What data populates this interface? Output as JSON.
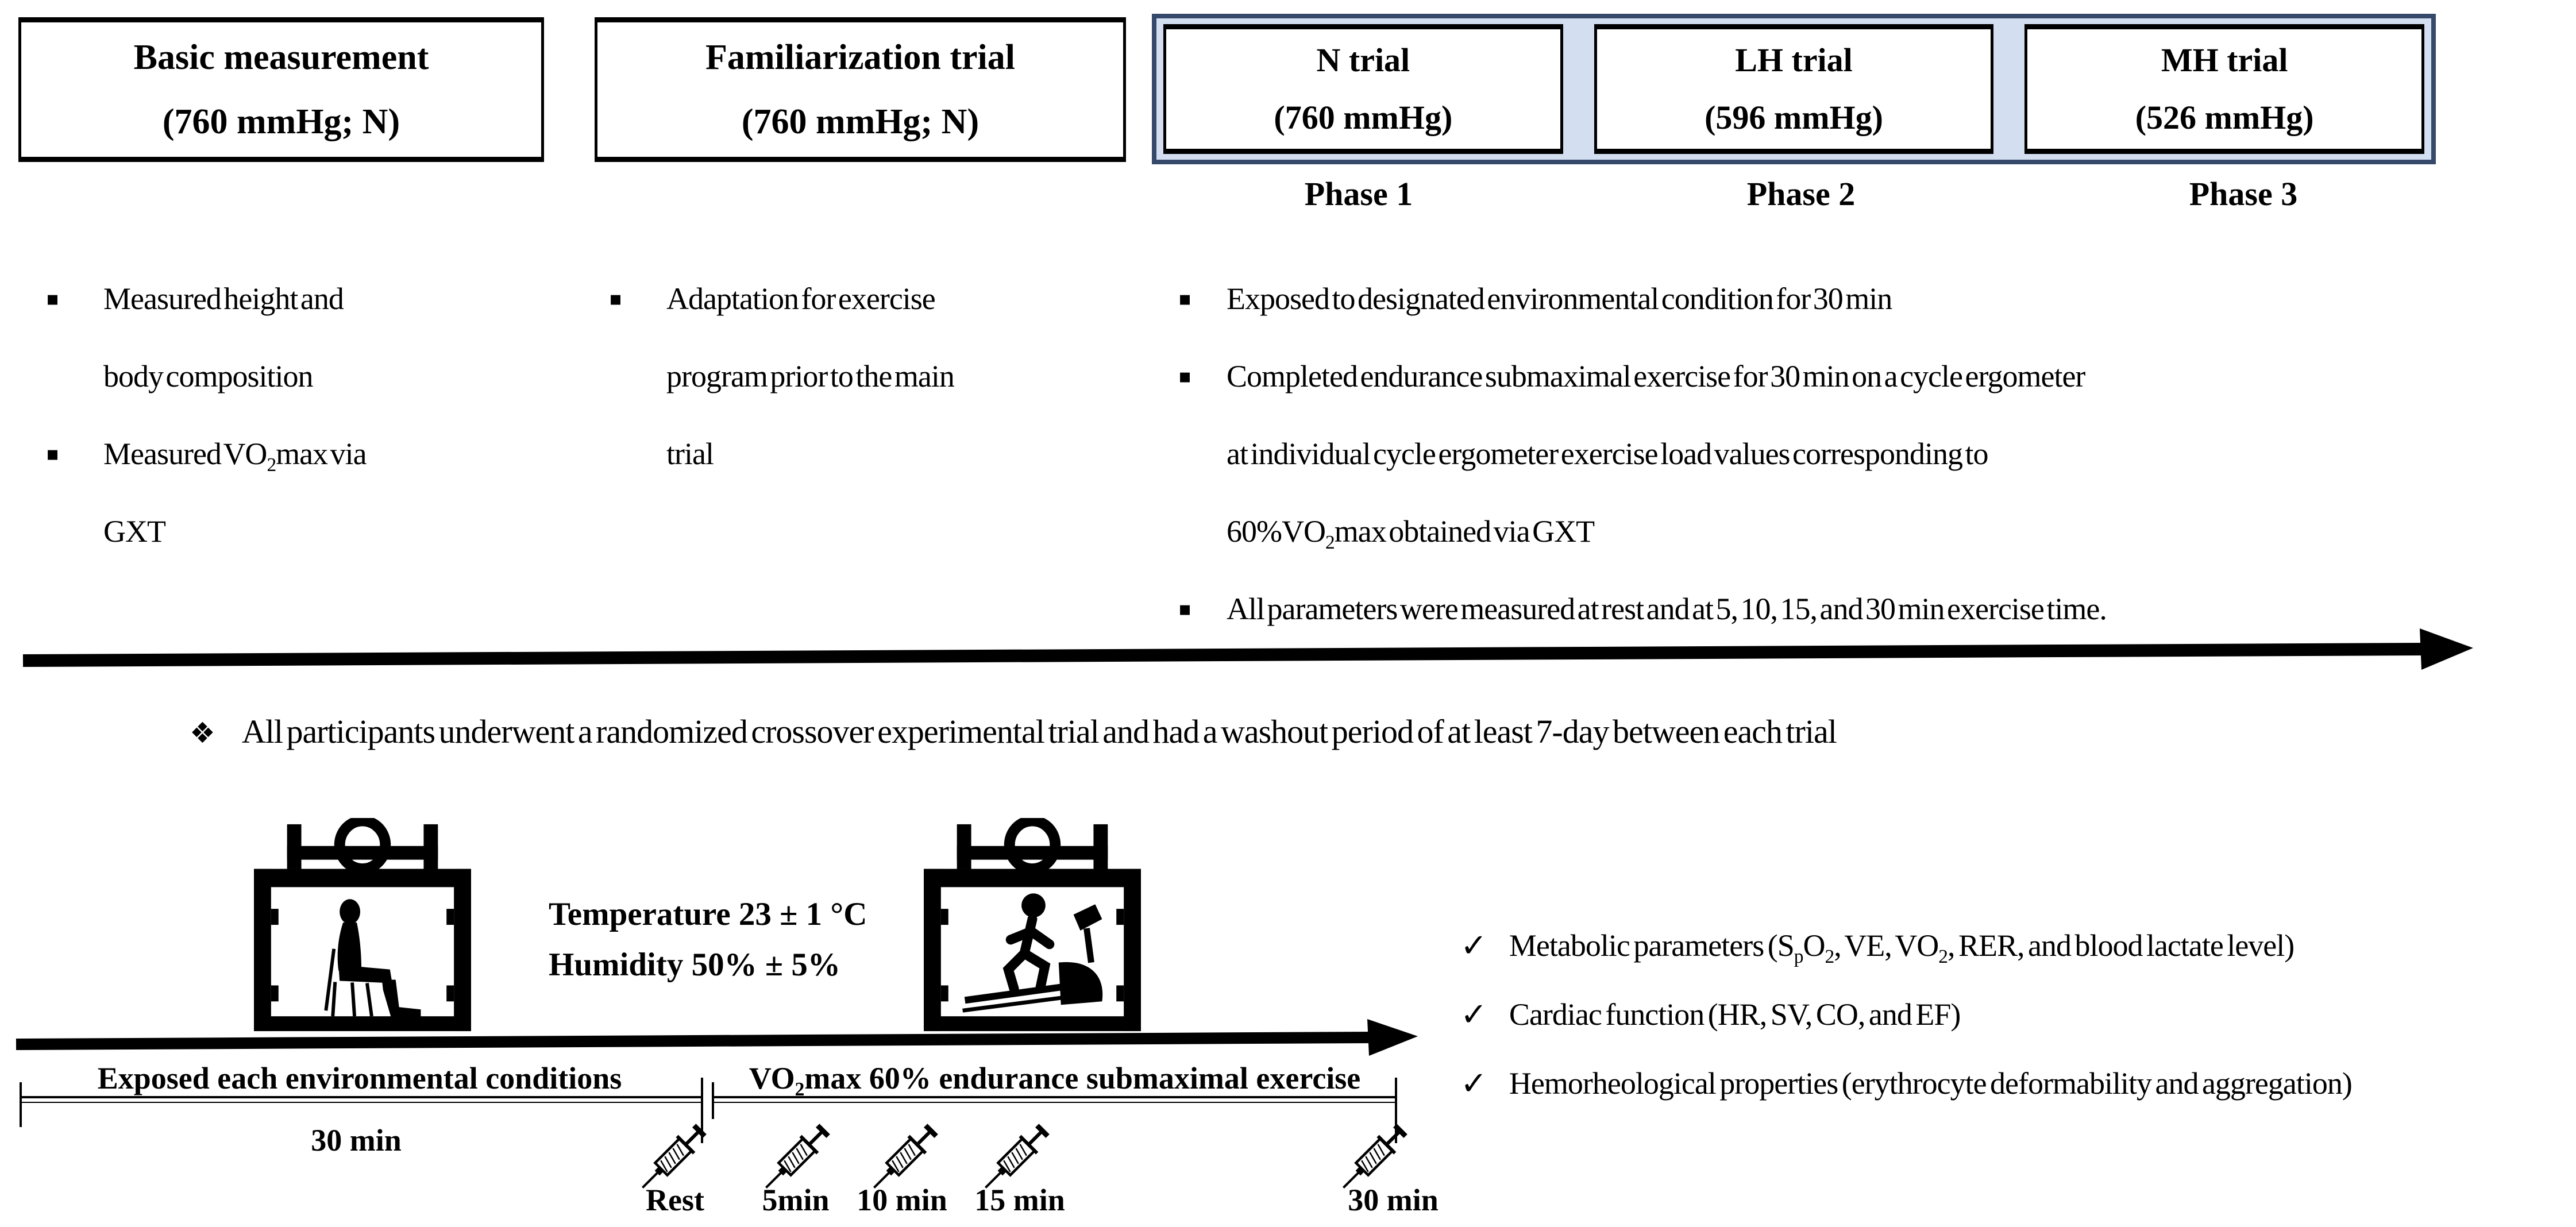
{
  "glyphs": {
    "bullet_char": "▪",
    "check_char": "✓",
    "note_char": "❖"
  },
  "colors": {
    "ink": "#000000",
    "trial_fill": "#d3dff0",
    "trial_border": "#35496b"
  },
  "top_boxes": {
    "basic": {
      "title": "Basic measurement",
      "subtitle": "(760 mmHg; N)"
    },
    "familiarization": {
      "title": "Familiarization trial",
      "subtitle": "(760 mmHg; N)"
    },
    "trials": [
      {
        "title": "N trial",
        "subtitle": "(760 mmHg)",
        "phase": "Phase 1"
      },
      {
        "title": "LH trial",
        "subtitle": "(596 mmHg)",
        "phase": "Phase 2"
      },
      {
        "title": "MH trial",
        "subtitle": "(526 mmHg)",
        "phase": "Phase 3"
      }
    ]
  },
  "columns": {
    "basic": {
      "lines": [
        {
          "bullet": true,
          "segments": [
            "Measured height and"
          ]
        },
        {
          "bullet": false,
          "segments": [
            "body composition"
          ]
        },
        {
          "bullet": true,
          "segments": [
            "Measured VO",
            {
              "sub": "2"
            },
            "max via"
          ]
        },
        {
          "bullet": false,
          "segments": [
            "GXT"
          ]
        }
      ]
    },
    "familiarization": {
      "lines": [
        {
          "bullet": true,
          "segments": [
            "Adaptation for exercise"
          ]
        },
        {
          "bullet": false,
          "segments": [
            "program prior to the main"
          ]
        },
        {
          "bullet": false,
          "segments": [
            "trial"
          ]
        }
      ]
    },
    "trials": {
      "lines": [
        {
          "bullet": true,
          "segments": [
            "Exposed to designated environmental condition for 30 min"
          ]
        },
        {
          "bullet": true,
          "segments": [
            "Completed endurance submaximal exercise for 30 min on a cycle ergometer"
          ]
        },
        {
          "bullet": false,
          "segments": [
            "at individual cycle ergometer exercise load values corresponding to"
          ]
        },
        {
          "bullet": false,
          "segments": [
            "60%VO",
            {
              "sub": "2"
            },
            "max obtained via GXT"
          ]
        },
        {
          "bullet": true,
          "segments": [
            "All parameters were measured at rest and at 5, 10, 15, and 30 min exercise time."
          ]
        }
      ]
    }
  },
  "note": {
    "text": "All participants underwent a randomized crossover experimental trial and had a washout period of at least 7-day between each trial"
  },
  "environment": {
    "temperature": "Temperature 23 ± 1 °C",
    "humidity": "Humidity 50% ± 5%"
  },
  "timeline": {
    "phase_label": "Exposed each environmental conditions",
    "exercise_label_segments": [
      "VO",
      {
        "sub": "2"
      },
      "max 60% endurance submaximal exercise"
    ],
    "exposure_duration": "30 min",
    "timepoints": [
      "Rest",
      "5min",
      "10 min",
      "15 min",
      "30 min"
    ]
  },
  "checklist": {
    "items": [
      {
        "segments": [
          "Metabolic parameters (S",
          {
            "sub": "p"
          },
          "O",
          {
            "sub": "2"
          },
          ", VE, VO",
          {
            "sub": "2"
          },
          ", RER, and blood lactate level)"
        ]
      },
      {
        "segments": [
          "Cardiac function (HR, SV, CO, and EF)"
        ]
      },
      {
        "segments": [
          "Hemorheological properties (erythrocyte deformability and aggregation)"
        ]
      }
    ]
  }
}
